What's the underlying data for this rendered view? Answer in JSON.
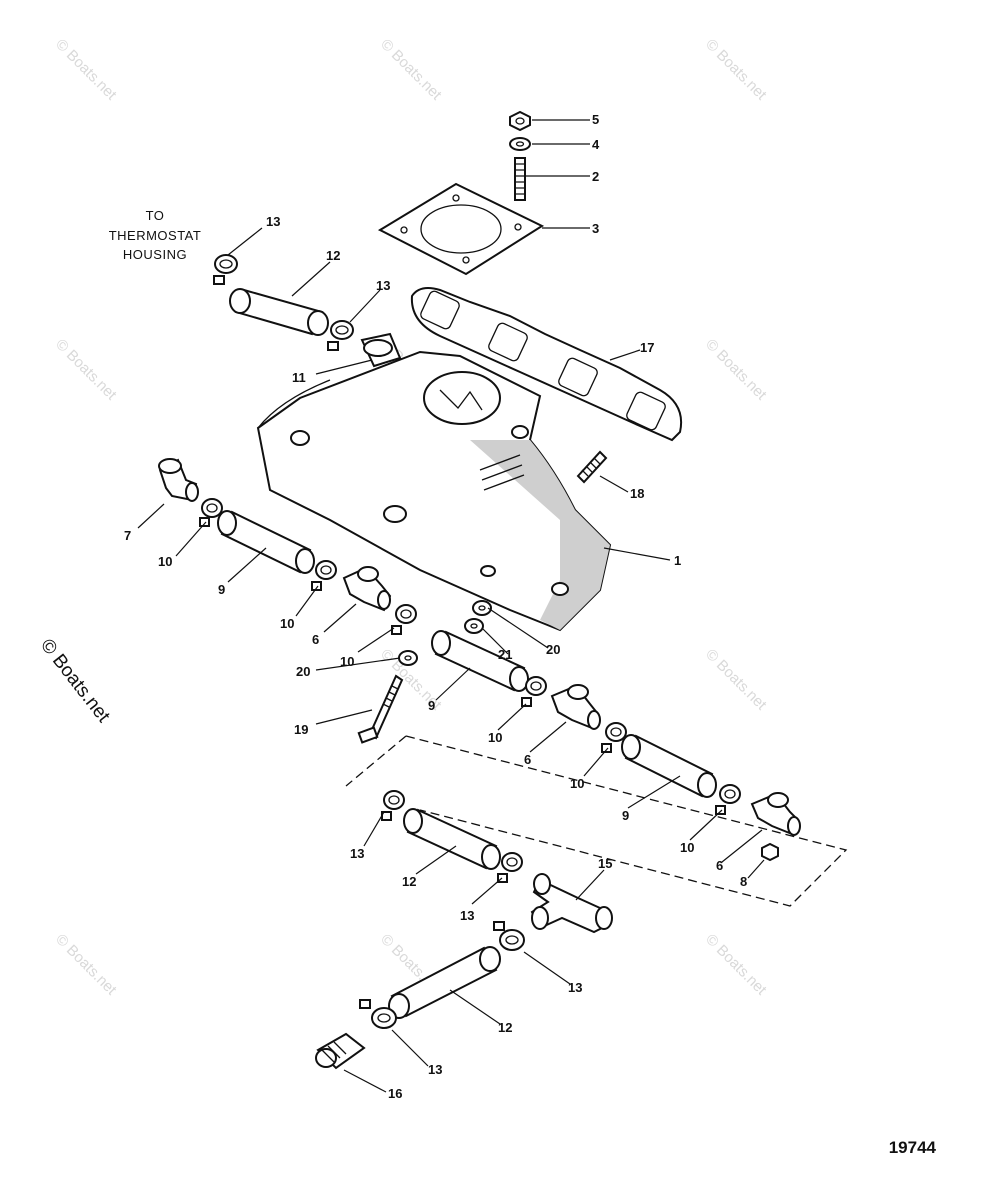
{
  "note": {
    "lines": [
      "TO",
      "THERMOSTAT",
      "HOUSING"
    ]
  },
  "callouts": [
    {
      "id": "c5",
      "text": "5"
    },
    {
      "id": "c4",
      "text": "4"
    },
    {
      "id": "c2",
      "text": "2"
    },
    {
      "id": "c3",
      "text": "3"
    },
    {
      "id": "c13a",
      "text": "13"
    },
    {
      "id": "c12a",
      "text": "12"
    },
    {
      "id": "c13b",
      "text": "13"
    },
    {
      "id": "c17",
      "text": "17"
    },
    {
      "id": "c11",
      "text": "11"
    },
    {
      "id": "c18",
      "text": "18"
    },
    {
      "id": "c1",
      "text": "1"
    },
    {
      "id": "c7",
      "text": "7"
    },
    {
      "id": "c10a",
      "text": "10"
    },
    {
      "id": "c9a",
      "text": "9"
    },
    {
      "id": "c10b",
      "text": "10"
    },
    {
      "id": "c6a",
      "text": "6"
    },
    {
      "id": "c10c",
      "text": "10"
    },
    {
      "id": "c20a",
      "text": "20"
    },
    {
      "id": "c21",
      "text": "21"
    },
    {
      "id": "c20b",
      "text": "20"
    },
    {
      "id": "c19",
      "text": "19"
    },
    {
      "id": "c9b",
      "text": "9"
    },
    {
      "id": "c10d",
      "text": "10"
    },
    {
      "id": "c6b",
      "text": "6"
    },
    {
      "id": "c10e",
      "text": "10"
    },
    {
      "id": "c9c",
      "text": "9"
    },
    {
      "id": "c10f",
      "text": "10"
    },
    {
      "id": "c6c",
      "text": "6"
    },
    {
      "id": "c8",
      "text": "8"
    },
    {
      "id": "c13c",
      "text": "13"
    },
    {
      "id": "c12b",
      "text": "12"
    },
    {
      "id": "c13d",
      "text": "13"
    },
    {
      "id": "c15",
      "text": "15"
    },
    {
      "id": "c13e",
      "text": "13"
    },
    {
      "id": "c12c",
      "text": "12"
    },
    {
      "id": "c13f",
      "text": "13"
    },
    {
      "id": "c16",
      "text": "16"
    }
  ],
  "watermark": {
    "text": "© Boats.net",
    "prominent": "© Boats.net"
  },
  "figure_number": "19744"
}
